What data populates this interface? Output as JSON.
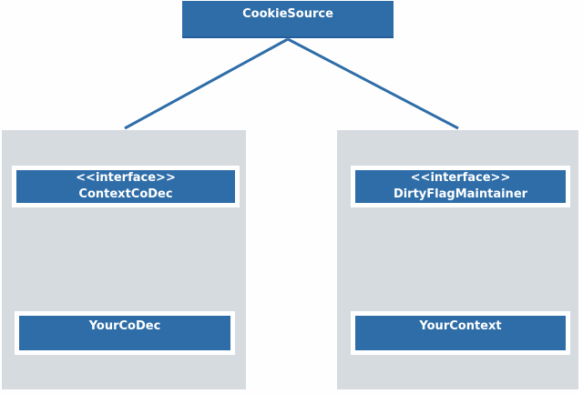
{
  "colors": {
    "box_blue": "#2e6da8",
    "box_blue_dark": "#255e9a",
    "panel_gray": "#d6dbdf",
    "text_white": "#ffffff"
  },
  "diagram": {
    "root": {
      "label": "CookieSource"
    },
    "left_panel": {
      "interface": {
        "stereotype": "<<interface>>",
        "name": "ContextCoDec"
      },
      "implementation": {
        "name": "YourCoDec"
      }
    },
    "right_panel": {
      "interface": {
        "stereotype": "<<interface>>",
        "name": "DirtyFlagMaintainer"
      },
      "implementation": {
        "name": "YourContext"
      }
    }
  }
}
